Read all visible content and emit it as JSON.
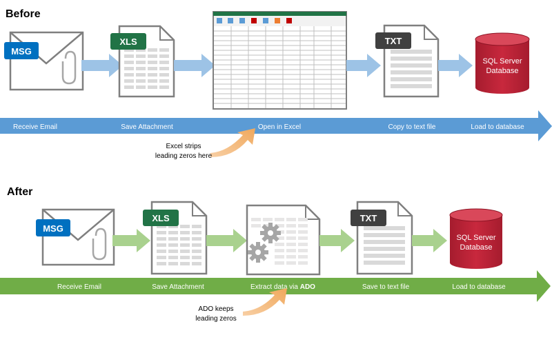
{
  "sections": {
    "before": {
      "title": "Before",
      "steps": [
        "Receive Email",
        "Save Attachment",
        "Open in Excel",
        "Copy to text file",
        "Load to database"
      ],
      "note_line1": "Excel strips",
      "note_line2": "leading zeros here",
      "color": "#5b9bd5",
      "arrow_color": "#9dc3e6"
    },
    "after": {
      "title": "After",
      "steps": [
        "Receive Email",
        "Save Attachment",
        "Extract data via",
        "Save to text file",
        "Load to database"
      ],
      "step3_bold": "ADO",
      "note_line1": "ADO keeps",
      "note_line2": "leading zeros",
      "color": "#70ad47",
      "arrow_color": "#a9d18e"
    }
  },
  "icons": {
    "msg_label": "MSG",
    "xls_label": "XLS",
    "txt_label": "TXT",
    "db_line1": "SQL Server",
    "db_line2": "Database"
  },
  "colors": {
    "msg": "#0070c0",
    "xls": "#217346",
    "txt": "#404040",
    "db": "#c0253a",
    "note_arrow": "#f4b183"
  }
}
